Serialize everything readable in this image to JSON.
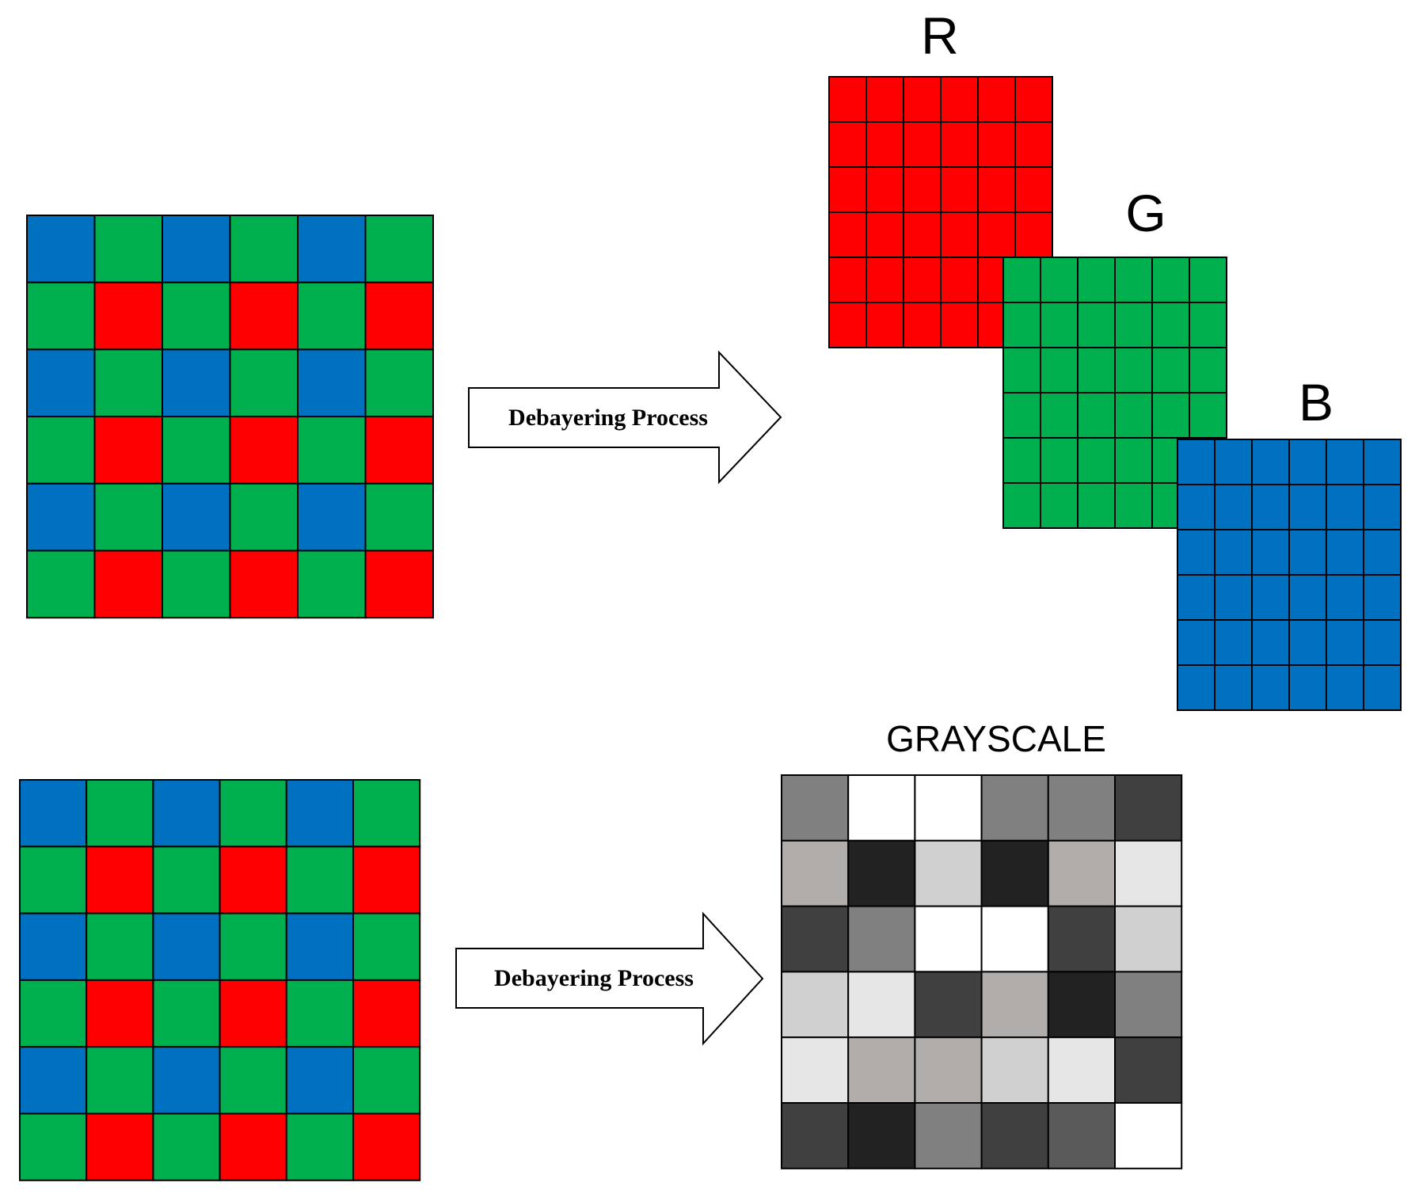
{
  "colors": {
    "red": "#ff0000",
    "green": "#00b04f",
    "blue": "#0070c0",
    "grid_line": "#000000",
    "background": "#ffffff"
  },
  "bayer_pattern": {
    "rows": [
      [
        "B",
        "G",
        "B",
        "G",
        "B",
        "G"
      ],
      [
        "G",
        "R",
        "G",
        "R",
        "G",
        "R"
      ],
      [
        "B",
        "G",
        "B",
        "G",
        "B",
        "G"
      ],
      [
        "G",
        "R",
        "G",
        "R",
        "G",
        "R"
      ],
      [
        "B",
        "G",
        "B",
        "G",
        "B",
        "G"
      ],
      [
        "G",
        "R",
        "G",
        "R",
        "G",
        "R"
      ]
    ]
  },
  "arrows": [
    {
      "label": "Debayering Process"
    },
    {
      "label": "Debayering Process"
    }
  ],
  "channels": [
    {
      "label": "R",
      "color": "red"
    },
    {
      "label": "G",
      "color": "green"
    },
    {
      "label": "B",
      "color": "blue"
    }
  ],
  "grayscale": {
    "label": "GRAYSCALE",
    "cells": [
      [
        "#808080",
        "#ffffff",
        "#ffffff",
        "#808080",
        "#808080",
        "#404040"
      ],
      [
        "#b0adab",
        "#222222",
        "#d0d0d0",
        "#222222",
        "#b0adab",
        "#e6e6e6"
      ],
      [
        "#404040",
        "#808080",
        "#ffffff",
        "#ffffff",
        "#404040",
        "#d0d0d0"
      ],
      [
        "#d0d0d0",
        "#e6e6e6",
        "#404040",
        "#b0adab",
        "#222222",
        "#808080"
      ],
      [
        "#e6e6e6",
        "#b0adab",
        "#b0adab",
        "#d0d0d0",
        "#e6e6e6",
        "#404040"
      ],
      [
        "#404040",
        "#222222",
        "#808080",
        "#404040",
        "#5a5a5a",
        "#ffffff"
      ]
    ]
  }
}
